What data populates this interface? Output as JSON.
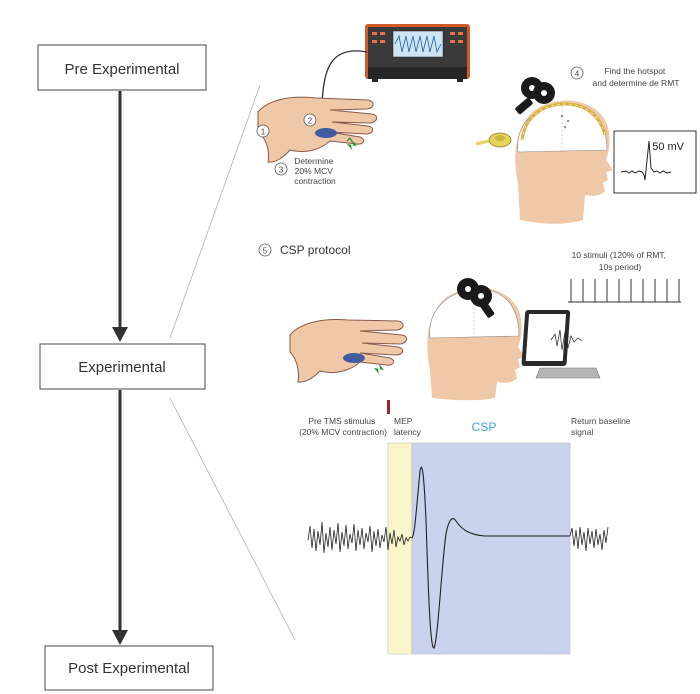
{
  "flow": {
    "pre": "Pre Experimental",
    "exp": "Experimental",
    "post": "Post Experimental"
  },
  "steps": {
    "s1": "1",
    "s2": "2",
    "s3": "3",
    "s3_text": [
      "Determine",
      "20% MCV",
      "contraction"
    ],
    "s4": "4",
    "s4_text": [
      "Find the hotspot",
      "and determine de RMT"
    ],
    "s5": "5",
    "s5_text": "CSP protocol"
  },
  "emg_readout": "50 mV",
  "stimuli_text": [
    "10 stimuli (120% of RMT,",
    "10s period)"
  ],
  "signal": {
    "pre_tms": [
      "Pre TMS stimulus",
      "(20% MCV contraction)"
    ],
    "mep": [
      "MEP",
      "latency"
    ],
    "csp": "CSP",
    "baseline": [
      "Return baseline",
      "signal"
    ]
  },
  "colors": {
    "arrow": "#333333",
    "csp_fill": "#c9d3ee",
    "csp_label": "#3aa0dc",
    "mep_fill": "#fbf6c9",
    "stim_marker": "#a4262c",
    "skin": "#efc8a8",
    "hand_outline": "#8a5a4a",
    "cap": "#ffffff",
    "coil": "#1a1a1a",
    "electrode": "#2f4fa0",
    "device": "#3a3a3a"
  }
}
